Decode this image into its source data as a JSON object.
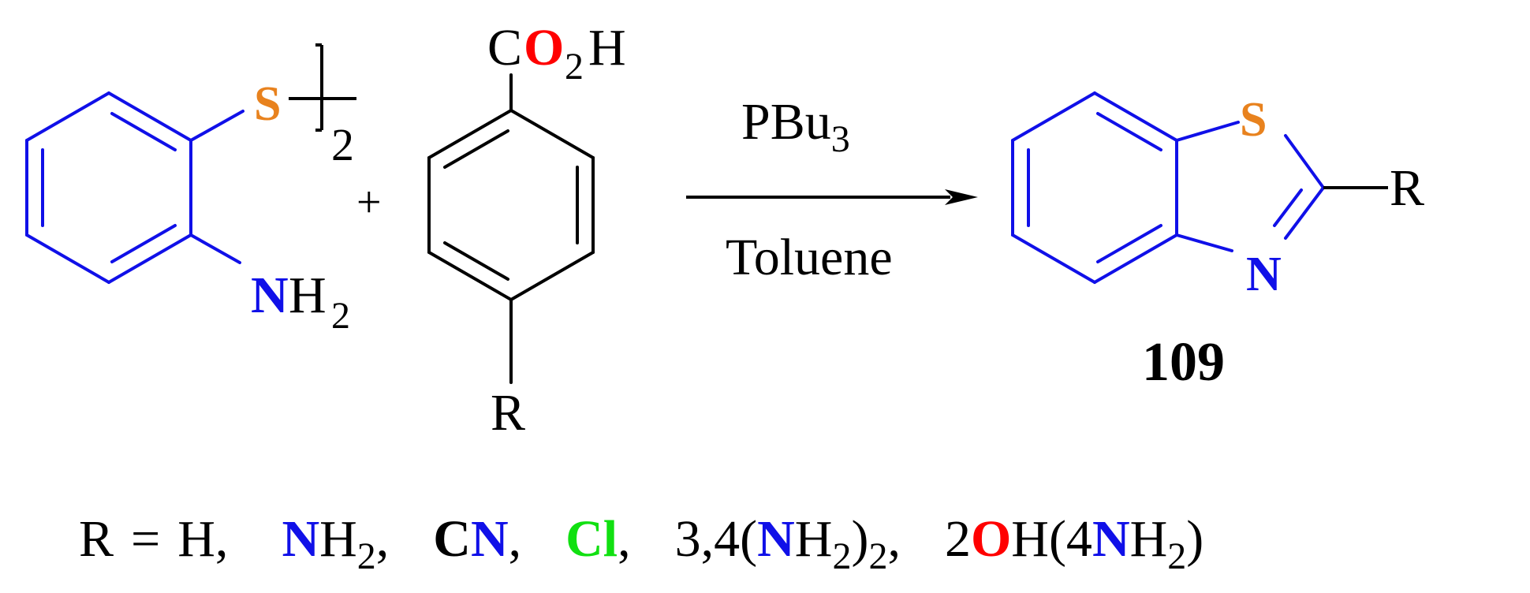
{
  "colors": {
    "bond_blue": "#1010e8",
    "bond_black": "#000000",
    "sulfur": "#e8821e",
    "oxygen": "#ff0000",
    "nitrogen": "#1010e8",
    "chlorine": "#11e011",
    "text": "#000000"
  },
  "reactant1": {
    "sulfur": "S",
    "dimer_subscript": "2",
    "amine_N": "N",
    "amine_H": "H",
    "amine_subscript": "2"
  },
  "plus": "+",
  "reactant2": {
    "acid_C": "C",
    "acid_O": "O",
    "acid_subscript": "2",
    "acid_H": "H",
    "substituent": "R"
  },
  "conditions": {
    "reagent": "PBu",
    "reagent_subscript": "3",
    "solvent": "Toluene"
  },
  "product": {
    "sulfur": "S",
    "nitrogen": "N",
    "substituent": "R",
    "compound_number": "109"
  },
  "r_groups": {
    "prefix": "R",
    "equals": "=",
    "h": "H,",
    "nh2_N": "N",
    "nh2_H": "H",
    "nh2_sub": "2",
    "nh2_comma": ",",
    "cn_C": "C",
    "cn_N": "N",
    "cn_comma": ",",
    "cl": "Cl",
    "cl_comma": ",",
    "diamino_lead": "3,4(",
    "diamino_N": "N",
    "diamino_H": "H",
    "diamino_sub": "2",
    "diamino_close": ")",
    "diamino_sub2": "2",
    "diamino_comma": ",",
    "oh_lead": "2",
    "oh_O": "O",
    "oh_H": "H(4",
    "oh_N": "N",
    "oh_H2": "H",
    "oh_sub": "2",
    "oh_close": ")"
  }
}
